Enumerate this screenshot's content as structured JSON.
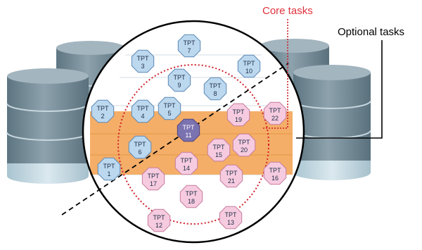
{
  "labels": {
    "core_tasks": "Core tasks",
    "optional_tasks": "Optional tasks"
  },
  "colors": {
    "core_label": "#e0323c",
    "blue_task_fill": "#bcd8ef",
    "pink_task_fill": "#f6cbe0",
    "selected_task_fill": "#7b72b0",
    "band_fill": "#f3a75b",
    "cylinder_top": "#9fb1bc",
    "cylinder_body": "#6f8793",
    "cylinder_base": "#c9dbe3",
    "core_circle": "#d0202a"
  },
  "tasks": [
    {
      "prefix": "TPT",
      "number": "7",
      "group": "optional"
    },
    {
      "prefix": "TPT",
      "number": "3",
      "group": "optional"
    },
    {
      "prefix": "TPT",
      "number": "10",
      "group": "optional"
    },
    {
      "prefix": "TPT",
      "number": "9",
      "group": "optional"
    },
    {
      "prefix": "TPT",
      "number": "8",
      "group": "optional"
    },
    {
      "prefix": "TPT",
      "number": "2",
      "group": "optional"
    },
    {
      "prefix": "TPT",
      "number": "4",
      "group": "optional"
    },
    {
      "prefix": "TPT",
      "number": "5",
      "group": "optional"
    },
    {
      "prefix": "TPT",
      "number": "19",
      "group": "core"
    },
    {
      "prefix": "TPT",
      "number": "22",
      "group": "core"
    },
    {
      "prefix": "TPT",
      "number": "11",
      "group": "selected"
    },
    {
      "prefix": "TPT",
      "number": "6",
      "group": "optional"
    },
    {
      "prefix": "TPT",
      "number": "15",
      "group": "core"
    },
    {
      "prefix": "TPT",
      "number": "20",
      "group": "core"
    },
    {
      "prefix": "TPT",
      "number": "1",
      "group": "optional"
    },
    {
      "prefix": "TPT",
      "number": "14",
      "group": "core"
    },
    {
      "prefix": "TPT",
      "number": "17",
      "group": "core"
    },
    {
      "prefix": "TPT",
      "number": "21",
      "group": "core"
    },
    {
      "prefix": "TPT",
      "number": "16",
      "group": "core"
    },
    {
      "prefix": "TPT",
      "number": "18",
      "group": "core"
    },
    {
      "prefix": "TPT",
      "number": "12",
      "group": "core"
    },
    {
      "prefix": "TPT",
      "number": "13",
      "group": "core"
    }
  ]
}
